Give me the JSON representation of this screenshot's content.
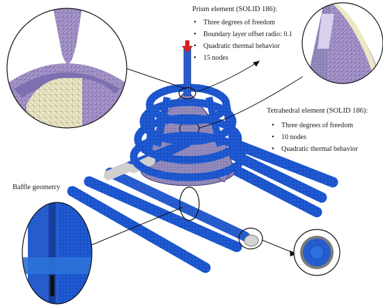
{
  "prism": {
    "title": "Prism element (SOLID 186):",
    "bullets": [
      "Three degrees of freedom",
      "Boundary layer offset radio: 0.1",
      "Quadratic thermal behavior",
      "15 nodes"
    ]
  },
  "tetra": {
    "title": "Tetrahedral element (SOLID 186):",
    "bullets": [
      "Three degrees of freedom",
      "10 nodes",
      "Quadratic thermal behavior"
    ]
  },
  "baffle": {
    "title": "Baffle geometry"
  },
  "colors": {
    "blue_mesh": "#1f5bd6",
    "purple_mesh": "#a898cc",
    "cream_mesh": "#ece8c4",
    "grey_pipe": "#cfcfcf",
    "arrow_red": "#d42020"
  }
}
